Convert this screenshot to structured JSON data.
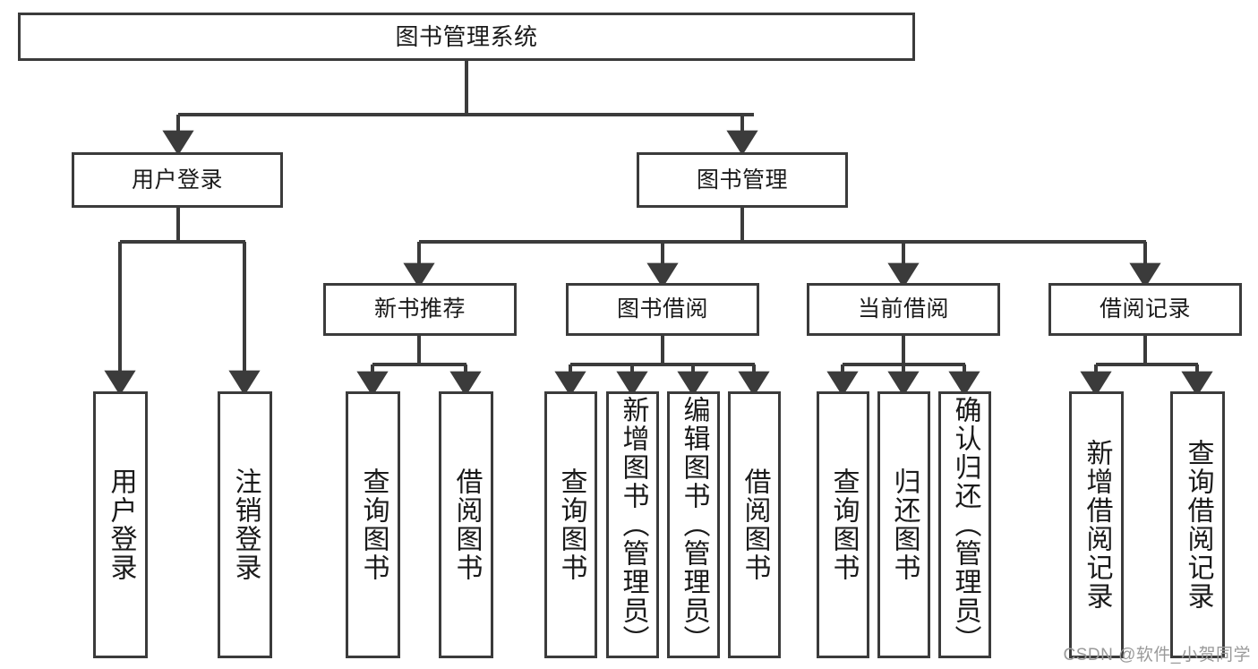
{
  "diagram": {
    "title": "图书管理系统",
    "watermark": "CSDN @软件_小贺同学",
    "colors": {
      "stroke": "#3b3b3b",
      "fill": "#ffffff",
      "text": "#1a1a1a",
      "watermark": "#9a9a9a"
    },
    "root": {
      "label": "图书管理系统"
    },
    "level2": [
      {
        "label": "用户登录"
      },
      {
        "label": "图书管理"
      }
    ],
    "level3": [
      {
        "label": "新书推荐"
      },
      {
        "label": "图书借阅"
      },
      {
        "label": "当前借阅"
      },
      {
        "label": "借阅记录"
      }
    ],
    "leaves": {
      "user_login": [
        {
          "label": "用户登录"
        },
        {
          "label": "注销登录"
        }
      ],
      "new_book_recommend": [
        {
          "label": "查询图书"
        },
        {
          "label": "借阅图书"
        }
      ],
      "book_borrow": [
        {
          "label": "查询图书"
        },
        {
          "label": "新增图书（管理员）"
        },
        {
          "label": "编辑图书（管理员）"
        },
        {
          "label": "借阅图书"
        }
      ],
      "current_borrow": [
        {
          "label": "查询图书"
        },
        {
          "label": "归还图书"
        },
        {
          "label": "确认归还（管理员）"
        }
      ],
      "borrow_record": [
        {
          "label": "新增借阅记录"
        },
        {
          "label": "查询借阅记录"
        }
      ]
    }
  }
}
